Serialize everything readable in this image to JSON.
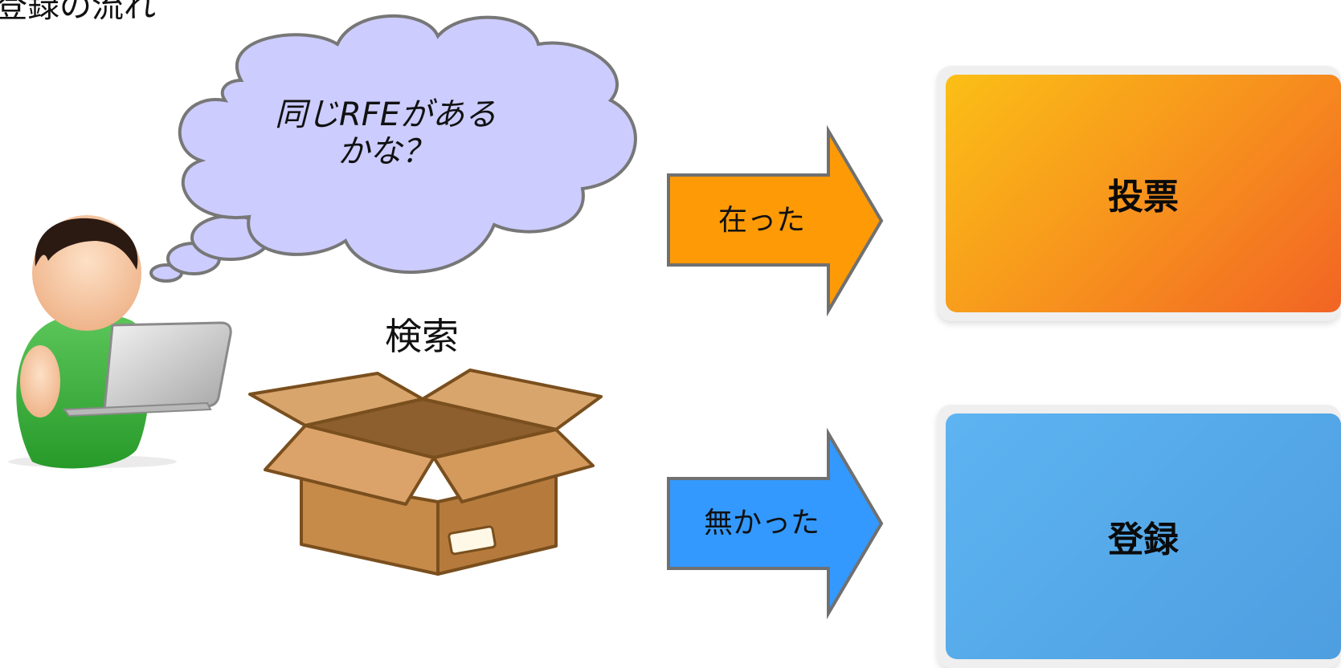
{
  "title": "登録の流れ",
  "thought_bubble": {
    "line1": "同じRFEがある",
    "line2": "かな？"
  },
  "search": {
    "label": "検索"
  },
  "branches": {
    "found": {
      "arrow_label": "在った",
      "arrow_color": "#fd9a06",
      "result_label": "投票"
    },
    "not_found": {
      "arrow_label": "無かった",
      "arrow_color": "#3399ff",
      "result_label": "登録"
    }
  },
  "icons": [
    "user-with-laptop-icon",
    "thought-cloud-icon",
    "open-box-icon",
    "right-arrow-icon"
  ],
  "colors": {
    "cloud_fill": "#ccccff",
    "stroke": "#777777",
    "vote_gradient": [
      "#fbbf16",
      "#f26424"
    ],
    "register_gradient": [
      "#5db4f1",
      "#4e9ee0"
    ]
  }
}
